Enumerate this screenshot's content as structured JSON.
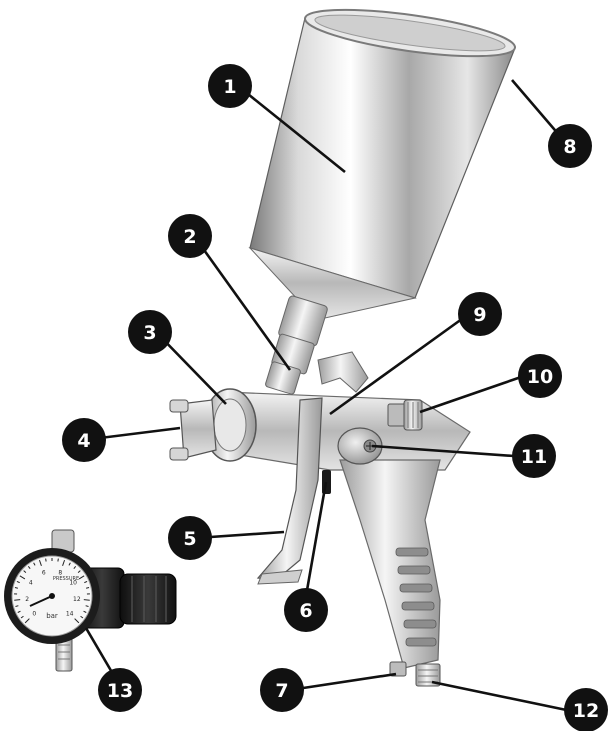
{
  "colors": {
    "badge": "#111111",
    "badge_text": "#ffffff",
    "metal_light": "#f2f2f2",
    "metal_mid": "#bdbdbd",
    "metal_dark": "#6e6e6e",
    "rubber": "#1a1a1a"
  },
  "callouts": [
    {
      "id": "1",
      "label": "1"
    },
    {
      "id": "2",
      "label": "2"
    },
    {
      "id": "3",
      "label": "3"
    },
    {
      "id": "4",
      "label": "4"
    },
    {
      "id": "5",
      "label": "5"
    },
    {
      "id": "6",
      "label": "6"
    },
    {
      "id": "7",
      "label": "7"
    },
    {
      "id": "8",
      "label": "8"
    },
    {
      "id": "9",
      "label": "9"
    },
    {
      "id": "10",
      "label": "10"
    },
    {
      "id": "11",
      "label": "11"
    },
    {
      "id": "12",
      "label": "12"
    },
    {
      "id": "13",
      "label": "13"
    }
  ],
  "gauge": {
    "brand": "PRESSURE",
    "unit": "bar",
    "scale": [
      "0",
      "2",
      "4",
      "6",
      "8",
      "10",
      "12",
      "14"
    ]
  }
}
